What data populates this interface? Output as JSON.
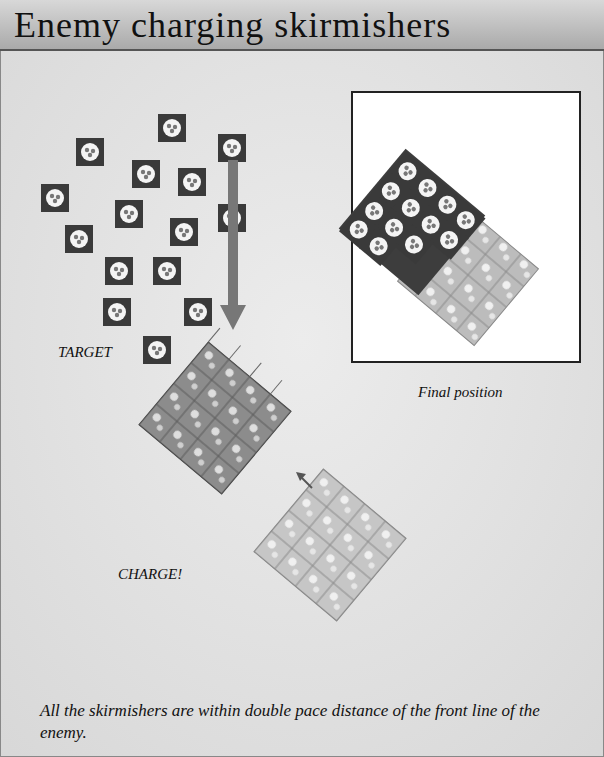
{
  "diagram": {
    "title": "Enemy charging skirmishers",
    "caption": "All the skirmishers are within double pace distance of the front line of the enemy.",
    "labels": [
      "TARGET",
      "CHARGE!",
      "Final position"
    ]
  }
}
